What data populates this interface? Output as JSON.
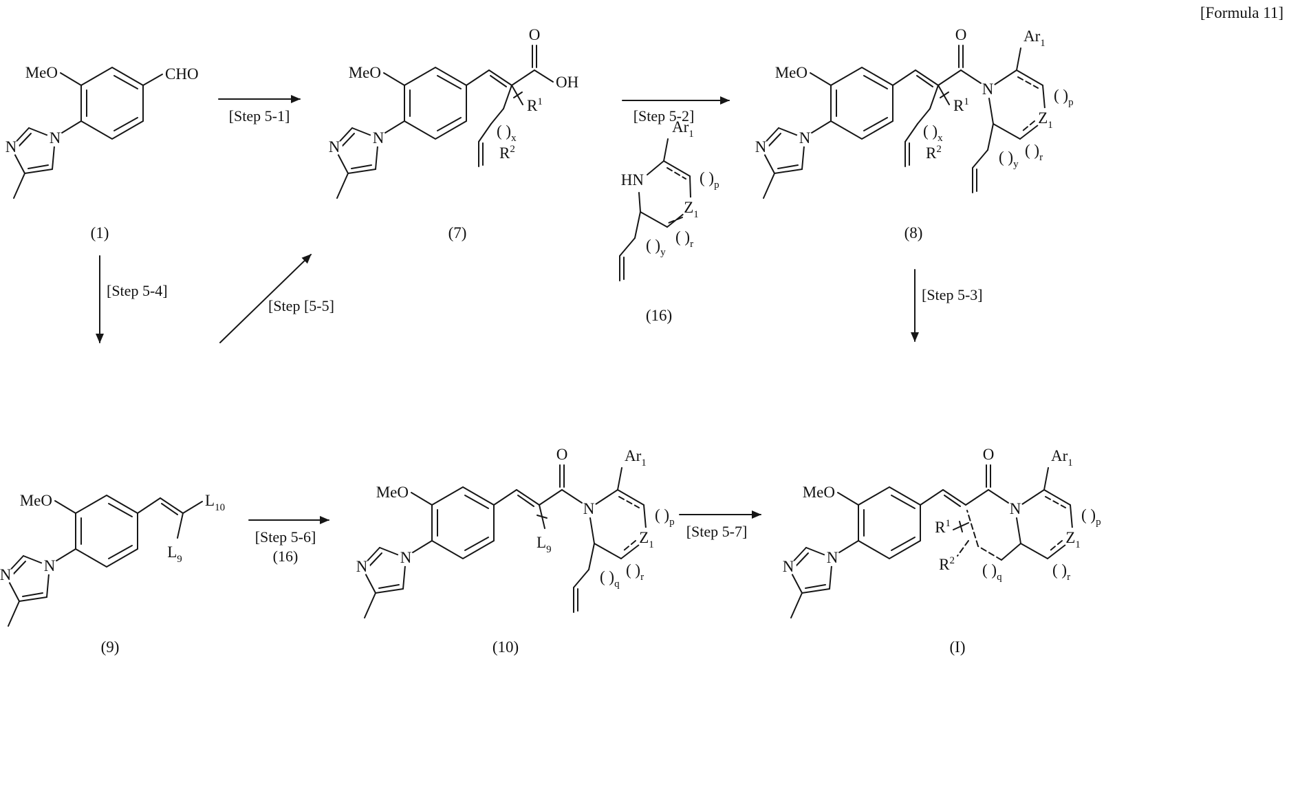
{
  "formula_label": "[Formula 11]",
  "atoms": {
    "meo": "MeO",
    "cho": "CHO",
    "o": "O",
    "oh": "OH",
    "n": "N",
    "hn": "HN",
    "r": "R",
    "l": "L",
    "ar": "Ar",
    "z": "Z",
    "paren": "( )",
    "sub1": "1",
    "sub2": "2",
    "sub9": "9",
    "sub10": "10",
    "subx": "x",
    "suby": "y",
    "subp": "p",
    "subq": "q",
    "subr": "r"
  },
  "steps": {
    "s1": "[Step 5-1]",
    "s2": "[Step 5-2]",
    "s3": "[Step 5-3]",
    "s4": "[Step 5-4]",
    "s5": "[Step [5-5]",
    "s6": "[Step 5-6]",
    "s6_reagent": "(16)",
    "s7": "[Step 5-7]"
  },
  "compounds": {
    "c1": "(1)",
    "c7": "(7)",
    "c8": "(8)",
    "c9": "(9)",
    "c10": "(10)",
    "c16": "(16)",
    "cI": "(I)"
  }
}
